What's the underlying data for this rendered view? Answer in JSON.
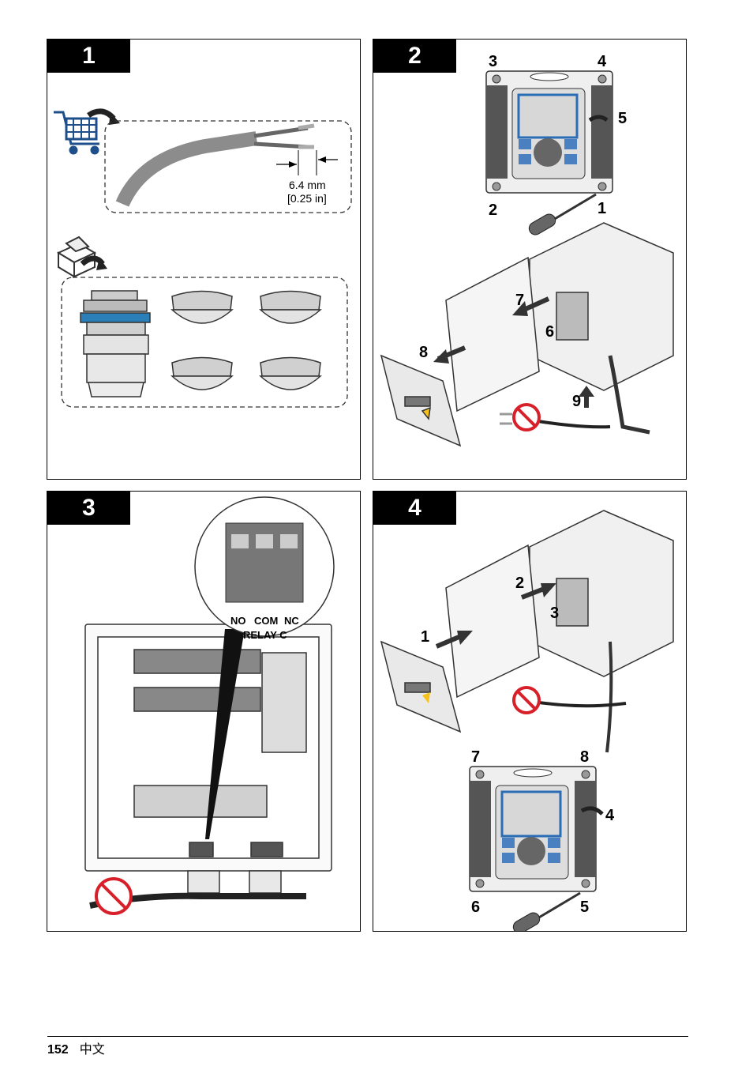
{
  "steps": [
    {
      "number": "1",
      "dimension_mm": "6.4 mm",
      "dimension_in": "[0.25 in]"
    },
    {
      "number": "2",
      "callouts": [
        "3",
        "4",
        "5",
        "2",
        "1",
        "7",
        "6",
        "8",
        "9"
      ]
    },
    {
      "number": "3",
      "terminal_labels": [
        "NO",
        "COM",
        "NC"
      ],
      "relay_label": "RELAY C"
    },
    {
      "number": "4",
      "callouts": [
        "2",
        "1",
        "3",
        "7",
        "8",
        "4",
        "6",
        "5"
      ]
    }
  ],
  "footer": {
    "page_number": "152",
    "language": "中文"
  },
  "colors": {
    "prohibit_red": "#d8202a",
    "seal_blue": "#2a7fb8",
    "display_blue": "#4a7fc0",
    "screen_gray": "#d7d7d7",
    "cart_blue": "#1f4f8b"
  }
}
